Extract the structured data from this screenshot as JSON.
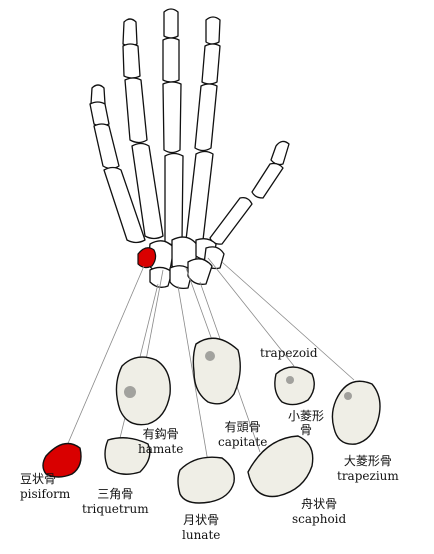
{
  "labels": {
    "pisiform": {
      "jp": "豆状骨",
      "en": "pisiform"
    },
    "triquetrum": {
      "jp": "三角骨",
      "en": "triquetrum"
    },
    "hamate": {
      "jp": "有鈎骨",
      "en": "hamate"
    },
    "lunate": {
      "jp": "月状骨",
      "en": "lunate"
    },
    "capitate": {
      "jp": "有頭骨",
      "en": "capitate"
    },
    "scaphoid": {
      "jp": "舟状骨",
      "en": "scaphoid"
    },
    "trapezoid": {
      "jp_line1": "小菱形",
      "jp_line2": "骨",
      "en": "trapezoid"
    },
    "trapezium": {
      "jp": "大菱形骨",
      "en": "trapezium"
    }
  },
  "colors": {
    "highlight": "#d90000",
    "bone_fill": "#efeee6",
    "outline": "#111111",
    "leader": "#8a8a8a"
  }
}
